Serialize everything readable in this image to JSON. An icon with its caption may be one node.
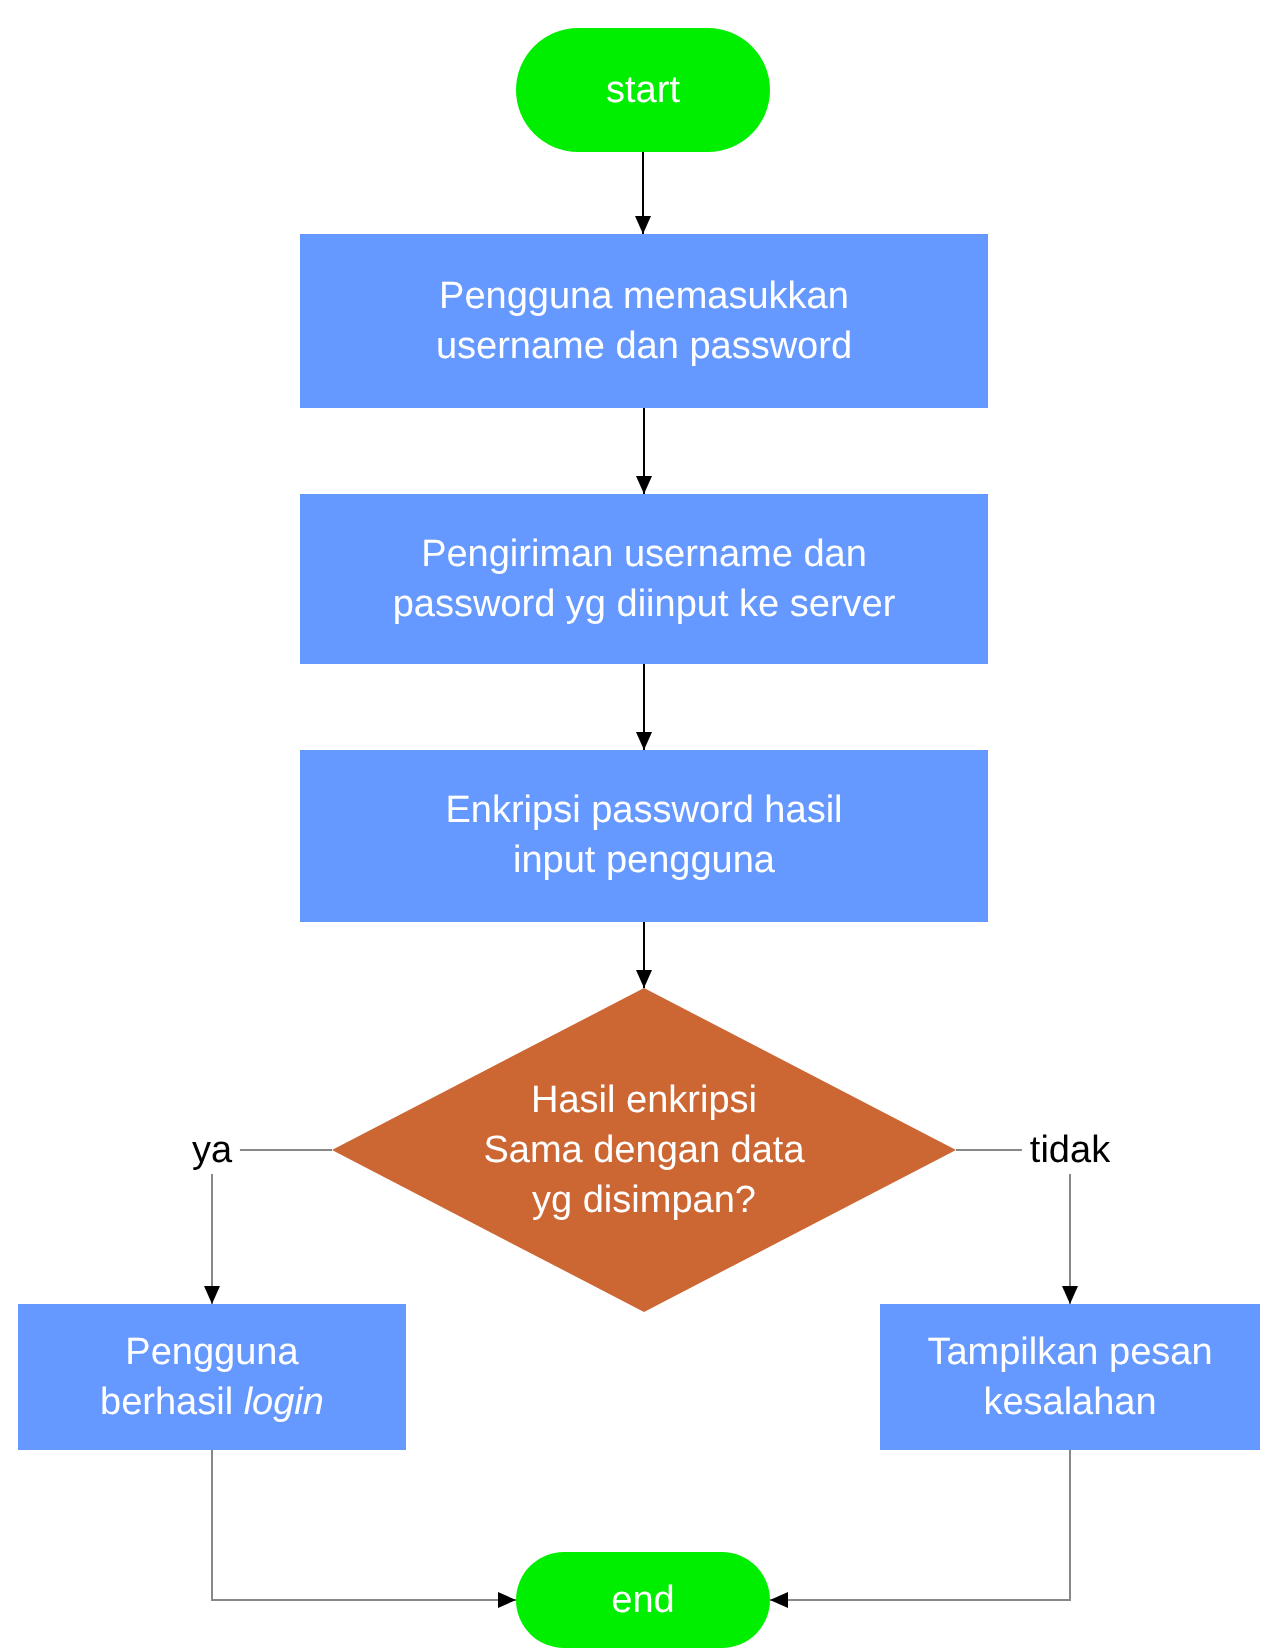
{
  "diagram": {
    "nodes": [
      {
        "text": [
          "start"
        ]
      },
      {
        "text": [
          "Pengguna memasukkan username dan password"
        ]
      },
      {
        "text": [
          "Pengiriman username dan password yg diinput ke server"
        ]
      },
      {
        "text": [
          "Enkripsi password hasil input pengguna"
        ]
      },
      {
        "text": [
          "Hasil enkripsi Sama dengan data yg disimpan?"
        ]
      },
      {
        "text": [
          "Pengguna berhasil *login*"
        ]
      },
      {
        "text": [
          "Tampilkan pesan kesalahan"
        ]
      },
      {
        "text": [
          "end"
        ]
      }
    ],
    "edges": [
      {
        "from": 0,
        "to": 1,
        "arrow": "to"
      },
      {
        "from": 1,
        "to": 2,
        "arrow": "to"
      },
      {
        "from": 2,
        "to": 3,
        "arrow": "to"
      },
      {
        "from": 3,
        "to": 4,
        "arrow": "to"
      },
      {
        "from": 4,
        "to": 5,
        "arrow": "to",
        "label": "ya",
        "color": "#888888"
      },
      {
        "from": 4,
        "to": 6,
        "arrow": "to",
        "label": "tidak",
        "color": "#888888"
      },
      {
        "from": 5,
        "to": 7,
        "arrow": "to",
        "color": "#888888"
      },
      {
        "from": 6,
        "to": 7,
        "arrow": "to",
        "color": "#888888"
      }
    ]
  }
}
